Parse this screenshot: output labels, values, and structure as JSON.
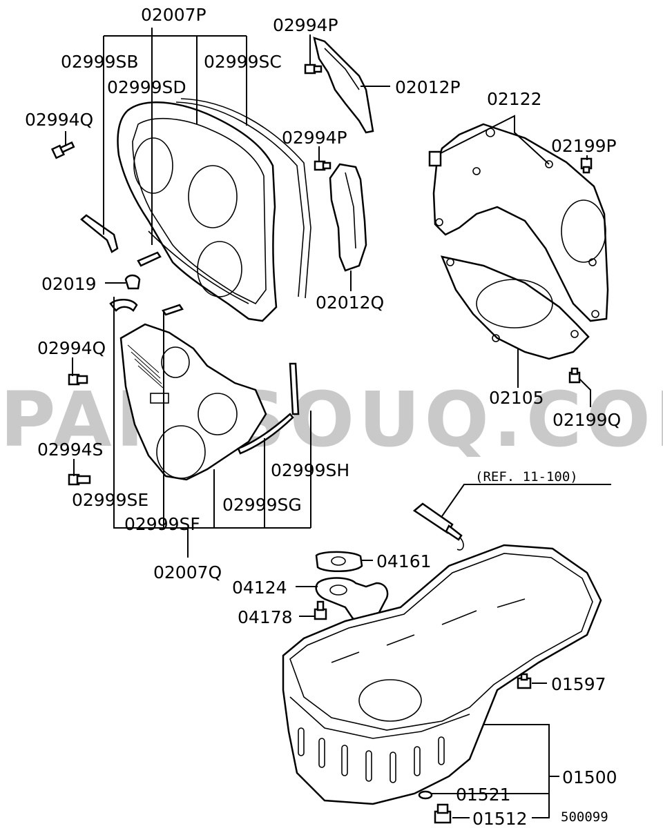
{
  "watermark": "PARTSOUQ.COM",
  "drawing_number": "500099",
  "reference_note": "(REF. 11-100)",
  "labels": {
    "l_02007P": "02007P",
    "l_02999SB": "02999SB",
    "l_02999SC": "02999SC",
    "l_02999SD": "02999SD",
    "l_02994Q_a": "02994Q",
    "l_02019": "02019",
    "l_02994P_a": "02994P",
    "l_02012P": "02012P",
    "l_02994P_b": "02994P",
    "l_02012Q": "02012Q",
    "l_02122": "02122",
    "l_02199P": "02199P",
    "l_02105": "02105",
    "l_02199Q": "02199Q",
    "l_02994Q_b": "02994Q",
    "l_02994S": "02994S",
    "l_02999SH": "02999SH",
    "l_02999SE": "02999SE",
    "l_02999SG": "02999SG",
    "l_02999SF": "02999SF",
    "l_02007Q": "02007Q",
    "l_04161": "04161",
    "l_04124": "04124",
    "l_04178": "04178",
    "l_01597": "01597",
    "l_01500": "01500",
    "l_01521": "01521",
    "l_01512": "01512"
  }
}
